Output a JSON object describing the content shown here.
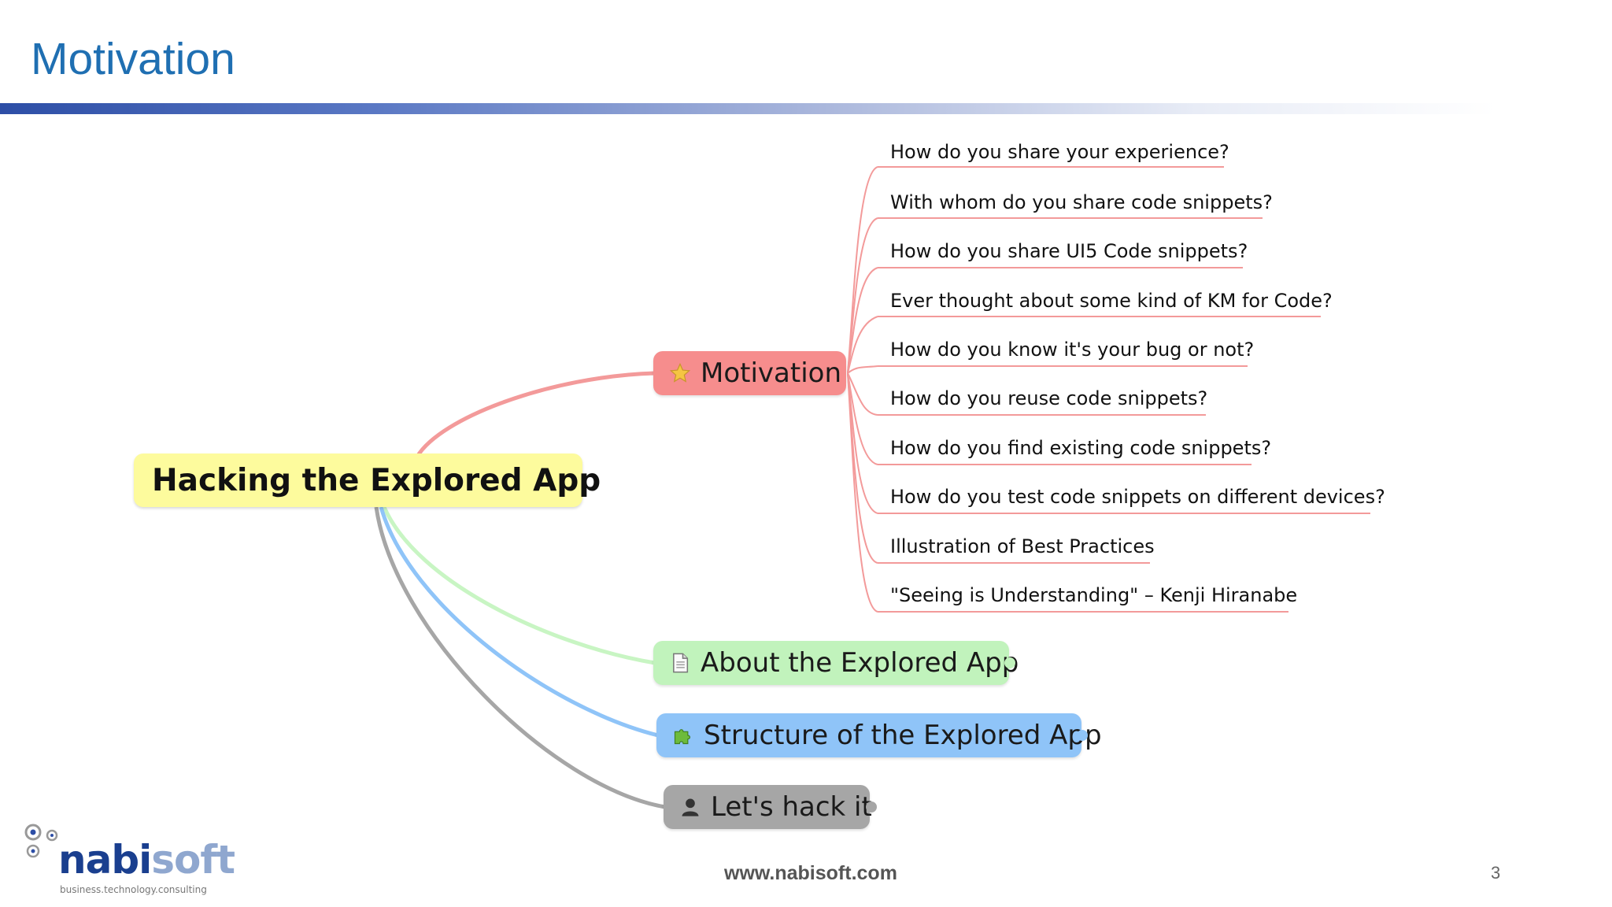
{
  "slide": {
    "title": "Motivation",
    "footer_url": "www.nabisoft.com",
    "page_number": "3",
    "logo": {
      "name_part1": "nabi",
      "name_part2": "soft",
      "tagline": "business.technology.consulting"
    }
  },
  "mindmap": {
    "root": "Hacking the Explored App",
    "branches": [
      {
        "label": "Motivation",
        "icon": "star-icon",
        "color": "#f68d8d"
      },
      {
        "label": "About the Explored App",
        "icon": "document-icon",
        "color": "#c1f3bc"
      },
      {
        "label": "Structure of the Explored App",
        "icon": "puzzle-icon",
        "color": "#8fc4f8"
      },
      {
        "label": "Let's hack it",
        "icon": "person-icon",
        "color": "#a6a6a6"
      }
    ],
    "motivation_items": [
      "How do you share your experience?",
      "With whom do you share code snippets?",
      "How do you share UI5 Code snippets?",
      "Ever thought about some kind of KM for Code?",
      "How do you know it's your bug or not?",
      "How do you reuse code snippets?",
      "How do you find existing code snippets?",
      "How do you test code snippets on different devices?",
      "Illustration of Best Practices",
      "\"Seeing is Understanding\" – Kenji Hiranabe"
    ]
  }
}
